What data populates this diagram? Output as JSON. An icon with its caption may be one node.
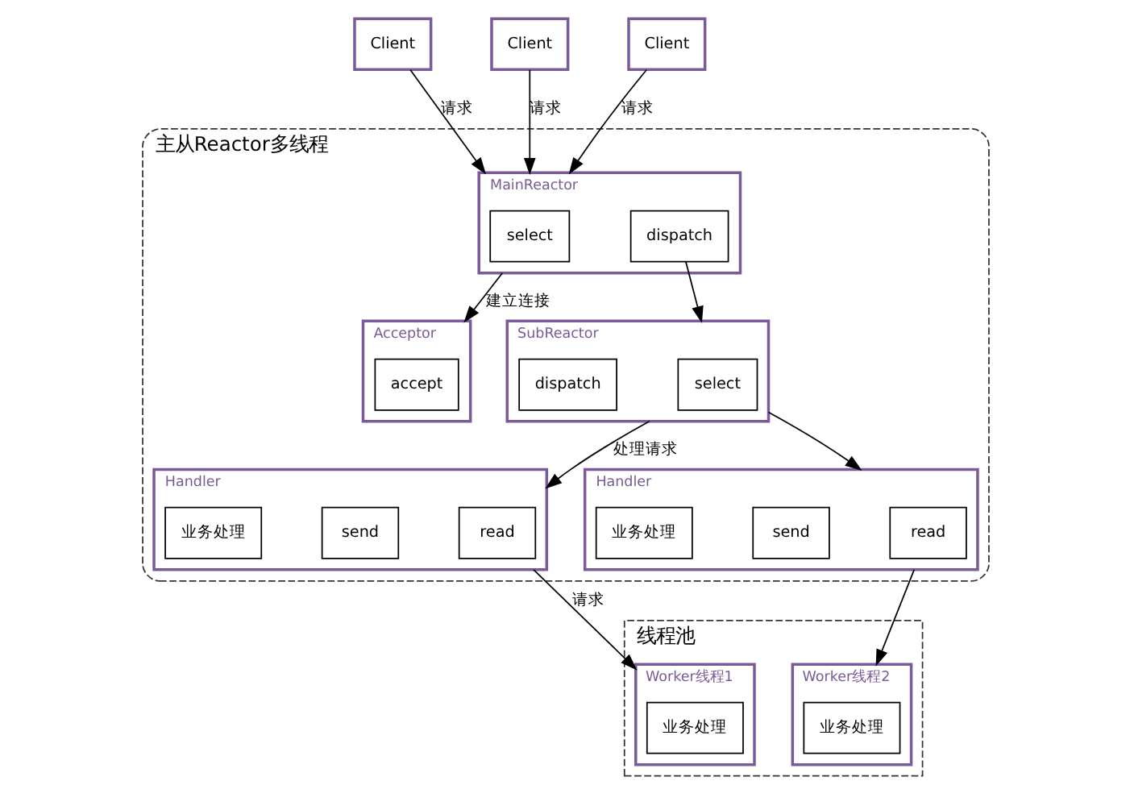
{
  "diagram": {
    "nodes": [
      {
        "text": [
          "主从Reactor多线程"
        ]
      },
      {
        "text": [
          "MainReactor"
        ],
        "in": 0
      },
      {
        "text": [
          "select"
        ],
        "in": 1
      },
      {
        "text": [
          "dispatch"
        ],
        "in": 1
      },
      {
        "text": [
          "Acceptor"
        ],
        "in": 0
      },
      {
        "text": [
          "accept"
        ],
        "in": 4
      },
      {
        "text": [
          "SubReactor"
        ],
        "in": 0
      },
      {
        "text": [
          "select"
        ],
        "in": 6
      },
      {
        "text": [
          "dispatch"
        ],
        "in": 6
      },
      {
        "text": [
          "Handler"
        ],
        "in": 0
      },
      {
        "text": [
          "read"
        ],
        "in": 9
      },
      {
        "text": [
          "send"
        ],
        "in": 9
      },
      {
        "text": [
          "业务处理"
        ],
        "in": 9
      },
      {
        "text": [
          "Handler"
        ],
        "in": 0
      },
      {
        "text": [
          "read"
        ],
        "in": 13
      },
      {
        "text": [
          "send"
        ],
        "in": 13
      },
      {
        "text": [
          "业务处理"
        ],
        "in": 13
      },
      {
        "text": [
          "线程池"
        ]
      },
      {
        "text": [
          "Worker线程1"
        ],
        "in": 17
      },
      {
        "text": [
          "业务处理"
        ],
        "in": 18
      },
      {
        "text": [
          "Worker线程2"
        ],
        "in": 17
      },
      {
        "text": [
          "业务处理"
        ],
        "in": 20
      },
      {
        "text": [
          "Client"
        ]
      },
      {
        "text": [
          "Client"
        ]
      },
      {
        "text": [
          "Client"
        ]
      }
    ],
    "edges": [
      {
        "from": 22,
        "to": 1,
        "arrow": "to",
        "label": "请求"
      },
      {
        "from": 23,
        "to": 1,
        "arrow": "to",
        "label": "请求"
      },
      {
        "from": 24,
        "to": 1,
        "arrow": "to",
        "label": "请求"
      },
      {
        "from": 1,
        "to": 4,
        "arrow": "to",
        "label": "建立连接"
      },
      {
        "from": 3,
        "to": 6,
        "arrow": "to"
      },
      {
        "from": 6,
        "to": 9,
        "arrow": "to",
        "label": "处理请求"
      },
      {
        "from": 6,
        "to": 13,
        "arrow": "to"
      },
      {
        "from": 9,
        "to": 18,
        "arrow": "to",
        "label": "请求"
      },
      {
        "from": 13,
        "to": 20,
        "arrow": "to"
      }
    ]
  }
}
